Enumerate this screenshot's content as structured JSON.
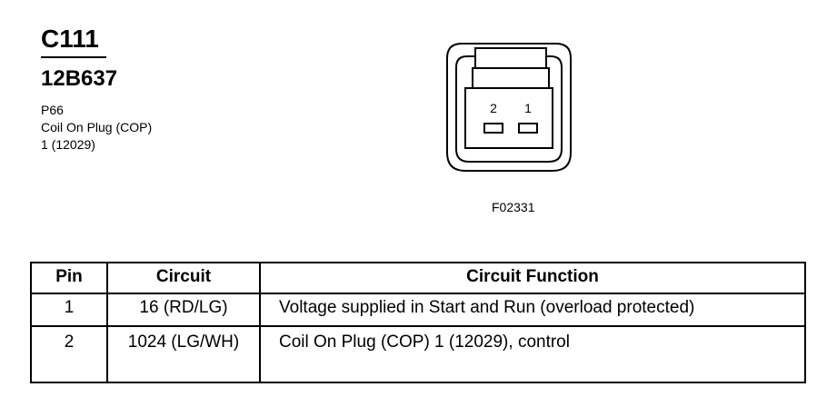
{
  "header": {
    "connector_id": "C111",
    "part_number": "12B637",
    "description_lines": [
      "P66",
      "Coil On Plug (COP)",
      "1 (12029)"
    ]
  },
  "connector": {
    "pin_labels": [
      "2",
      "1"
    ],
    "figure_code": "F02331"
  },
  "table": {
    "headers": [
      "Pin",
      "Circuit",
      "Circuit Function"
    ],
    "rows": [
      {
        "pin": "1",
        "circuit": "16 (RD/LG)",
        "function": "Voltage supplied in Start and Run (overload protected)"
      },
      {
        "pin": "2",
        "circuit": "1024 (LG/WH)",
        "function": "Coil On Plug (COP) 1 (12029), control"
      }
    ]
  },
  "colors": {
    "ink": "#000000",
    "background": "#ffffff"
  }
}
